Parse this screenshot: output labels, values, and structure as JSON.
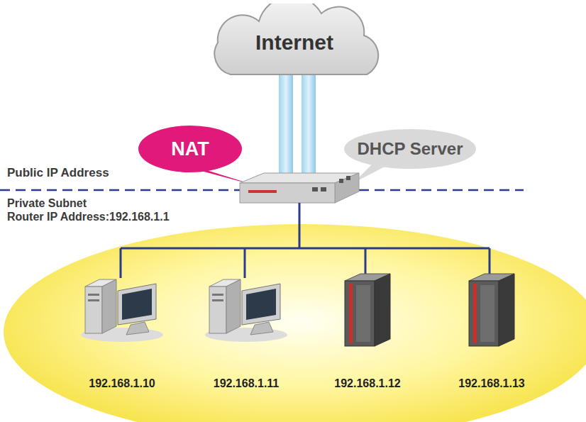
{
  "diagram": {
    "nodes": [
      {
        "text": [
          "Internet"
        ]
      },
      {
        "text": [
          "NAT"
        ]
      },
      {
        "text": [
          "DHCP Server"
        ]
      },
      {
        "text": [
          "192.168.1.10"
        ]
      },
      {
        "text": [
          "192.168.1.11"
        ]
      },
      {
        "text": [
          "192.168.1.12"
        ]
      },
      {
        "text": [
          "192.168.1.13"
        ]
      }
    ],
    "labels": [
      "Public IP Address",
      "Private Subnet",
      "Router IP Address:192.168.1.1"
    ]
  }
}
